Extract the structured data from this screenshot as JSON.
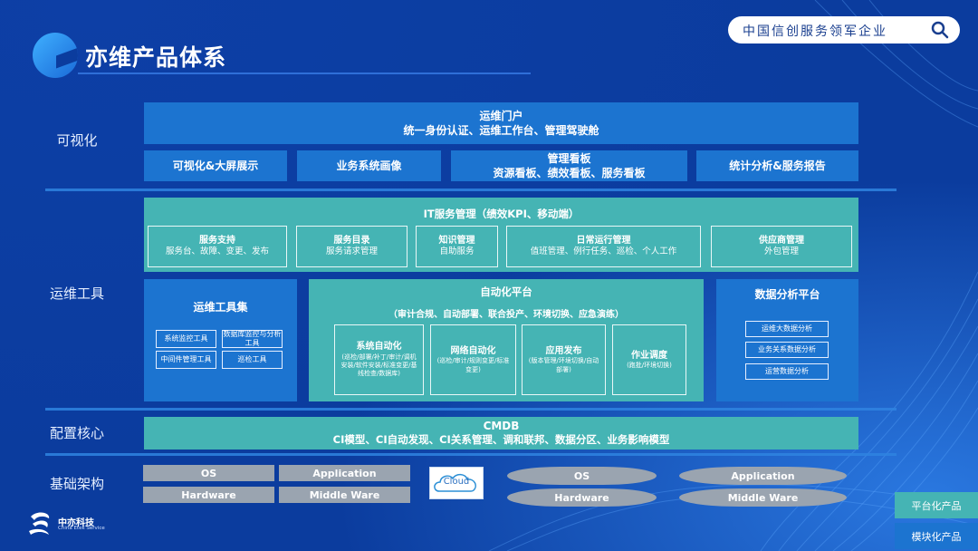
{
  "header": {
    "title": "亦维产品体系",
    "search_text": "中国信创服务领军企业",
    "icons": [
      "logo-icon",
      "search-icon"
    ]
  },
  "rows": {
    "visual": "可视化",
    "tools": "运维工具",
    "config": "配置核心",
    "infra": "基础架构"
  },
  "visual": {
    "portal_title": "运维门户",
    "portal_sub": "统一身份认证、运维工作台、管理驾驶舱",
    "boxes": [
      "可视化&大屏展示",
      "业务系统画像"
    ],
    "board_title": "管理看板",
    "board_sub": "资源看板、绩效看板、服务看板",
    "report": "统计分析&服务报告"
  },
  "itsm": {
    "title": "IT服务管理（绩效KPI、移动端）",
    "items": [
      {
        "t": "服务支持",
        "s": "服务台、故障、变更、发布"
      },
      {
        "t": "服务目录",
        "s": "服务请求管理"
      },
      {
        "t": "知识管理",
        "s": "自助服务"
      },
      {
        "t": "日常运行管理",
        "s": "值班管理、例行任务、巡检、个人工作"
      },
      {
        "t": "供应商管理",
        "s": "外包管理"
      }
    ]
  },
  "toolset": {
    "title": "运维工具集",
    "items": [
      "系统监控工具",
      "数据库监控与分析工具",
      "中间件管理工具",
      "巡检工具"
    ]
  },
  "automation": {
    "title": "自动化平台",
    "sub": "（审计合规、自动部署、联合投产、环境切换、应急演练）",
    "items": [
      {
        "t": "系统自动化",
        "s": "(巡检/部署/补丁/审计/调机安装/软件安装/标准变更/基线检查/数据库)"
      },
      {
        "t": "网络自动化",
        "s": "(巡检/审计/规则变更/标准变更)"
      },
      {
        "t": "应用发布",
        "s": "(版本管理/环境切换/自动部署)"
      },
      {
        "t": "作业调度",
        "s": "(跑批/环境切换)"
      }
    ]
  },
  "analytics": {
    "title": "数据分析平台",
    "items": [
      "运维大数据分析",
      "业务关系数据分析",
      "运营数据分析"
    ]
  },
  "cmdb": {
    "title": "CMDB",
    "sub": "CI模型、CI自动发现、CI关系管理、调和联邦、数据分区、业务影响模型"
  },
  "infra": {
    "left": [
      "OS",
      "Application",
      "Hardware",
      "Middle Ware"
    ],
    "cloud": "Cloud",
    "right": [
      "OS",
      "Application",
      "Hardware",
      "Middle Ware"
    ]
  },
  "legend": [
    "平台化产品",
    "模块化产品"
  ],
  "company": {
    "name": "中亦科技",
    "en": "China Etek Service"
  },
  "colors": {
    "background": "#0b3c9e",
    "blue_box": "#1c74d0",
    "teal": "#45b4b4",
    "gray": "#9aa4b0",
    "accent_line": "#2f84e0"
  }
}
